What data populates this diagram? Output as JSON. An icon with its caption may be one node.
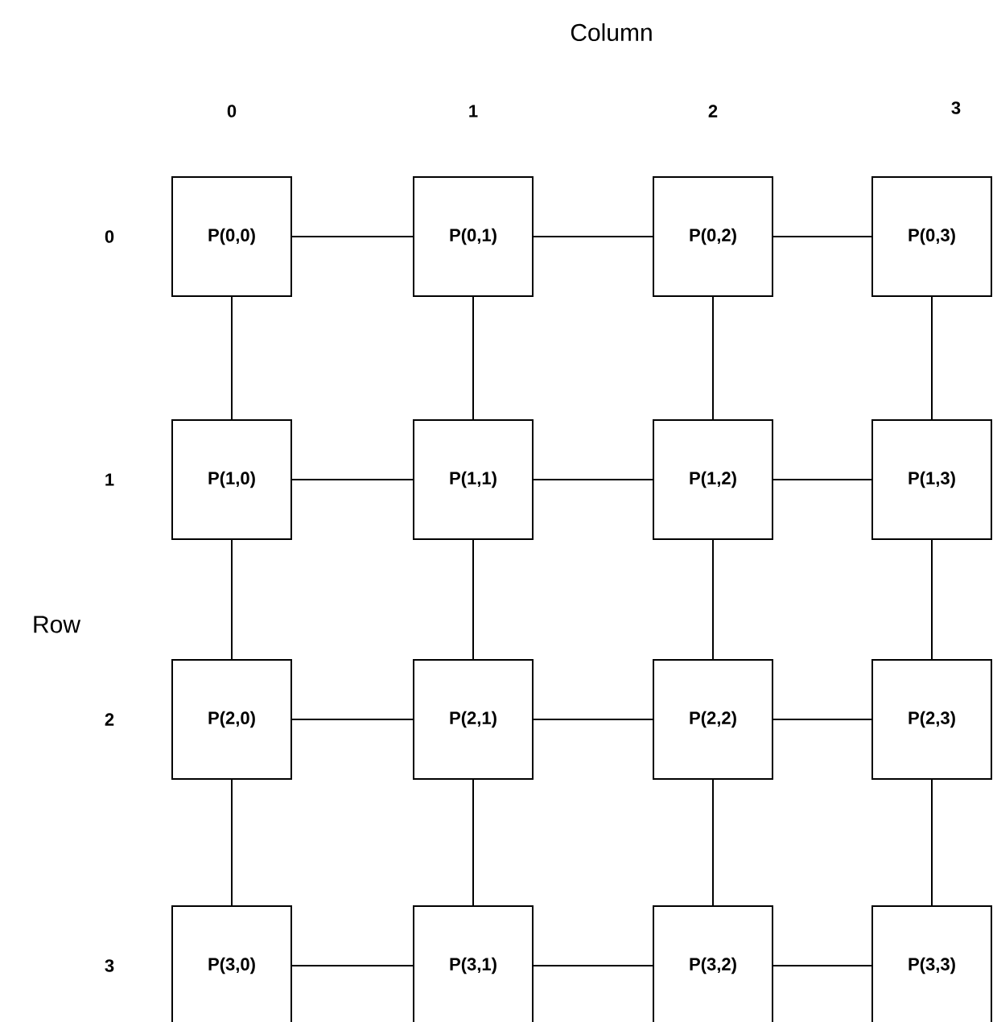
{
  "diagram": {
    "nodes": [
      {
        "text": [
          "P(0,0)"
        ]
      },
      {
        "text": [
          "P(0,1)"
        ]
      },
      {
        "text": [
          "P(0,2)"
        ]
      },
      {
        "text": [
          "P(0,3)"
        ]
      },
      {
        "text": [
          "P(1,0)"
        ]
      },
      {
        "text": [
          "P(1,1)"
        ]
      },
      {
        "text": [
          "P(1,2)"
        ]
      },
      {
        "text": [
          "P(1,3)"
        ]
      },
      {
        "text": [
          "P(2,0)"
        ]
      },
      {
        "text": [
          "P(2,1)"
        ]
      },
      {
        "text": [
          "P(2,2)"
        ]
      },
      {
        "text": [
          "P(2,3)"
        ]
      },
      {
        "text": [
          "P(3,0)"
        ]
      },
      {
        "text": [
          "P(3,1)"
        ]
      },
      {
        "text": [
          "P(3,2)"
        ]
      },
      {
        "text": [
          "P(3,3)"
        ]
      }
    ],
    "edges": [
      {
        "from": 0,
        "to": 1,
        "arrow": "none"
      },
      {
        "from": 1,
        "to": 2,
        "arrow": "none"
      },
      {
        "from": 2,
        "to": 3,
        "arrow": "none"
      },
      {
        "from": 0,
        "to": 4,
        "arrow": "none"
      },
      {
        "from": 1,
        "to": 5,
        "arrow": "none"
      },
      {
        "from": 2,
        "to": 6,
        "arrow": "none"
      },
      {
        "from": 3,
        "to": 7,
        "arrow": "none"
      },
      {
        "from": 4,
        "to": 5,
        "arrow": "none"
      },
      {
        "from": 5,
        "to": 6,
        "arrow": "none"
      },
      {
        "from": 6,
        "to": 7,
        "arrow": "none"
      },
      {
        "from": 4,
        "to": 8,
        "arrow": "none"
      },
      {
        "from": 5,
        "to": 9,
        "arrow": "none"
      },
      {
        "from": 6,
        "to": 10,
        "arrow": "none"
      },
      {
        "from": 7,
        "to": 11,
        "arrow": "none"
      },
      {
        "from": 8,
        "to": 9,
        "arrow": "none"
      },
      {
        "from": 9,
        "to": 10,
        "arrow": "none"
      },
      {
        "from": 10,
        "to": 11,
        "arrow": "none"
      },
      {
        "from": 8,
        "to": 12,
        "arrow": "none"
      },
      {
        "from": 9,
        "to": 13,
        "arrow": "none"
      },
      {
        "from": 10,
        "to": 14,
        "arrow": "none"
      },
      {
        "from": 11,
        "to": 15,
        "arrow": "none"
      },
      {
        "from": 12,
        "to": 13,
        "arrow": "none"
      },
      {
        "from": 13,
        "to": 14,
        "arrow": "none"
      },
      {
        "from": 14,
        "to": 15,
        "arrow": "none"
      }
    ],
    "labels": [
      "Column",
      "0",
      "1",
      "2",
      "3",
      "0",
      "1",
      "Row",
      "2",
      "3"
    ]
  }
}
